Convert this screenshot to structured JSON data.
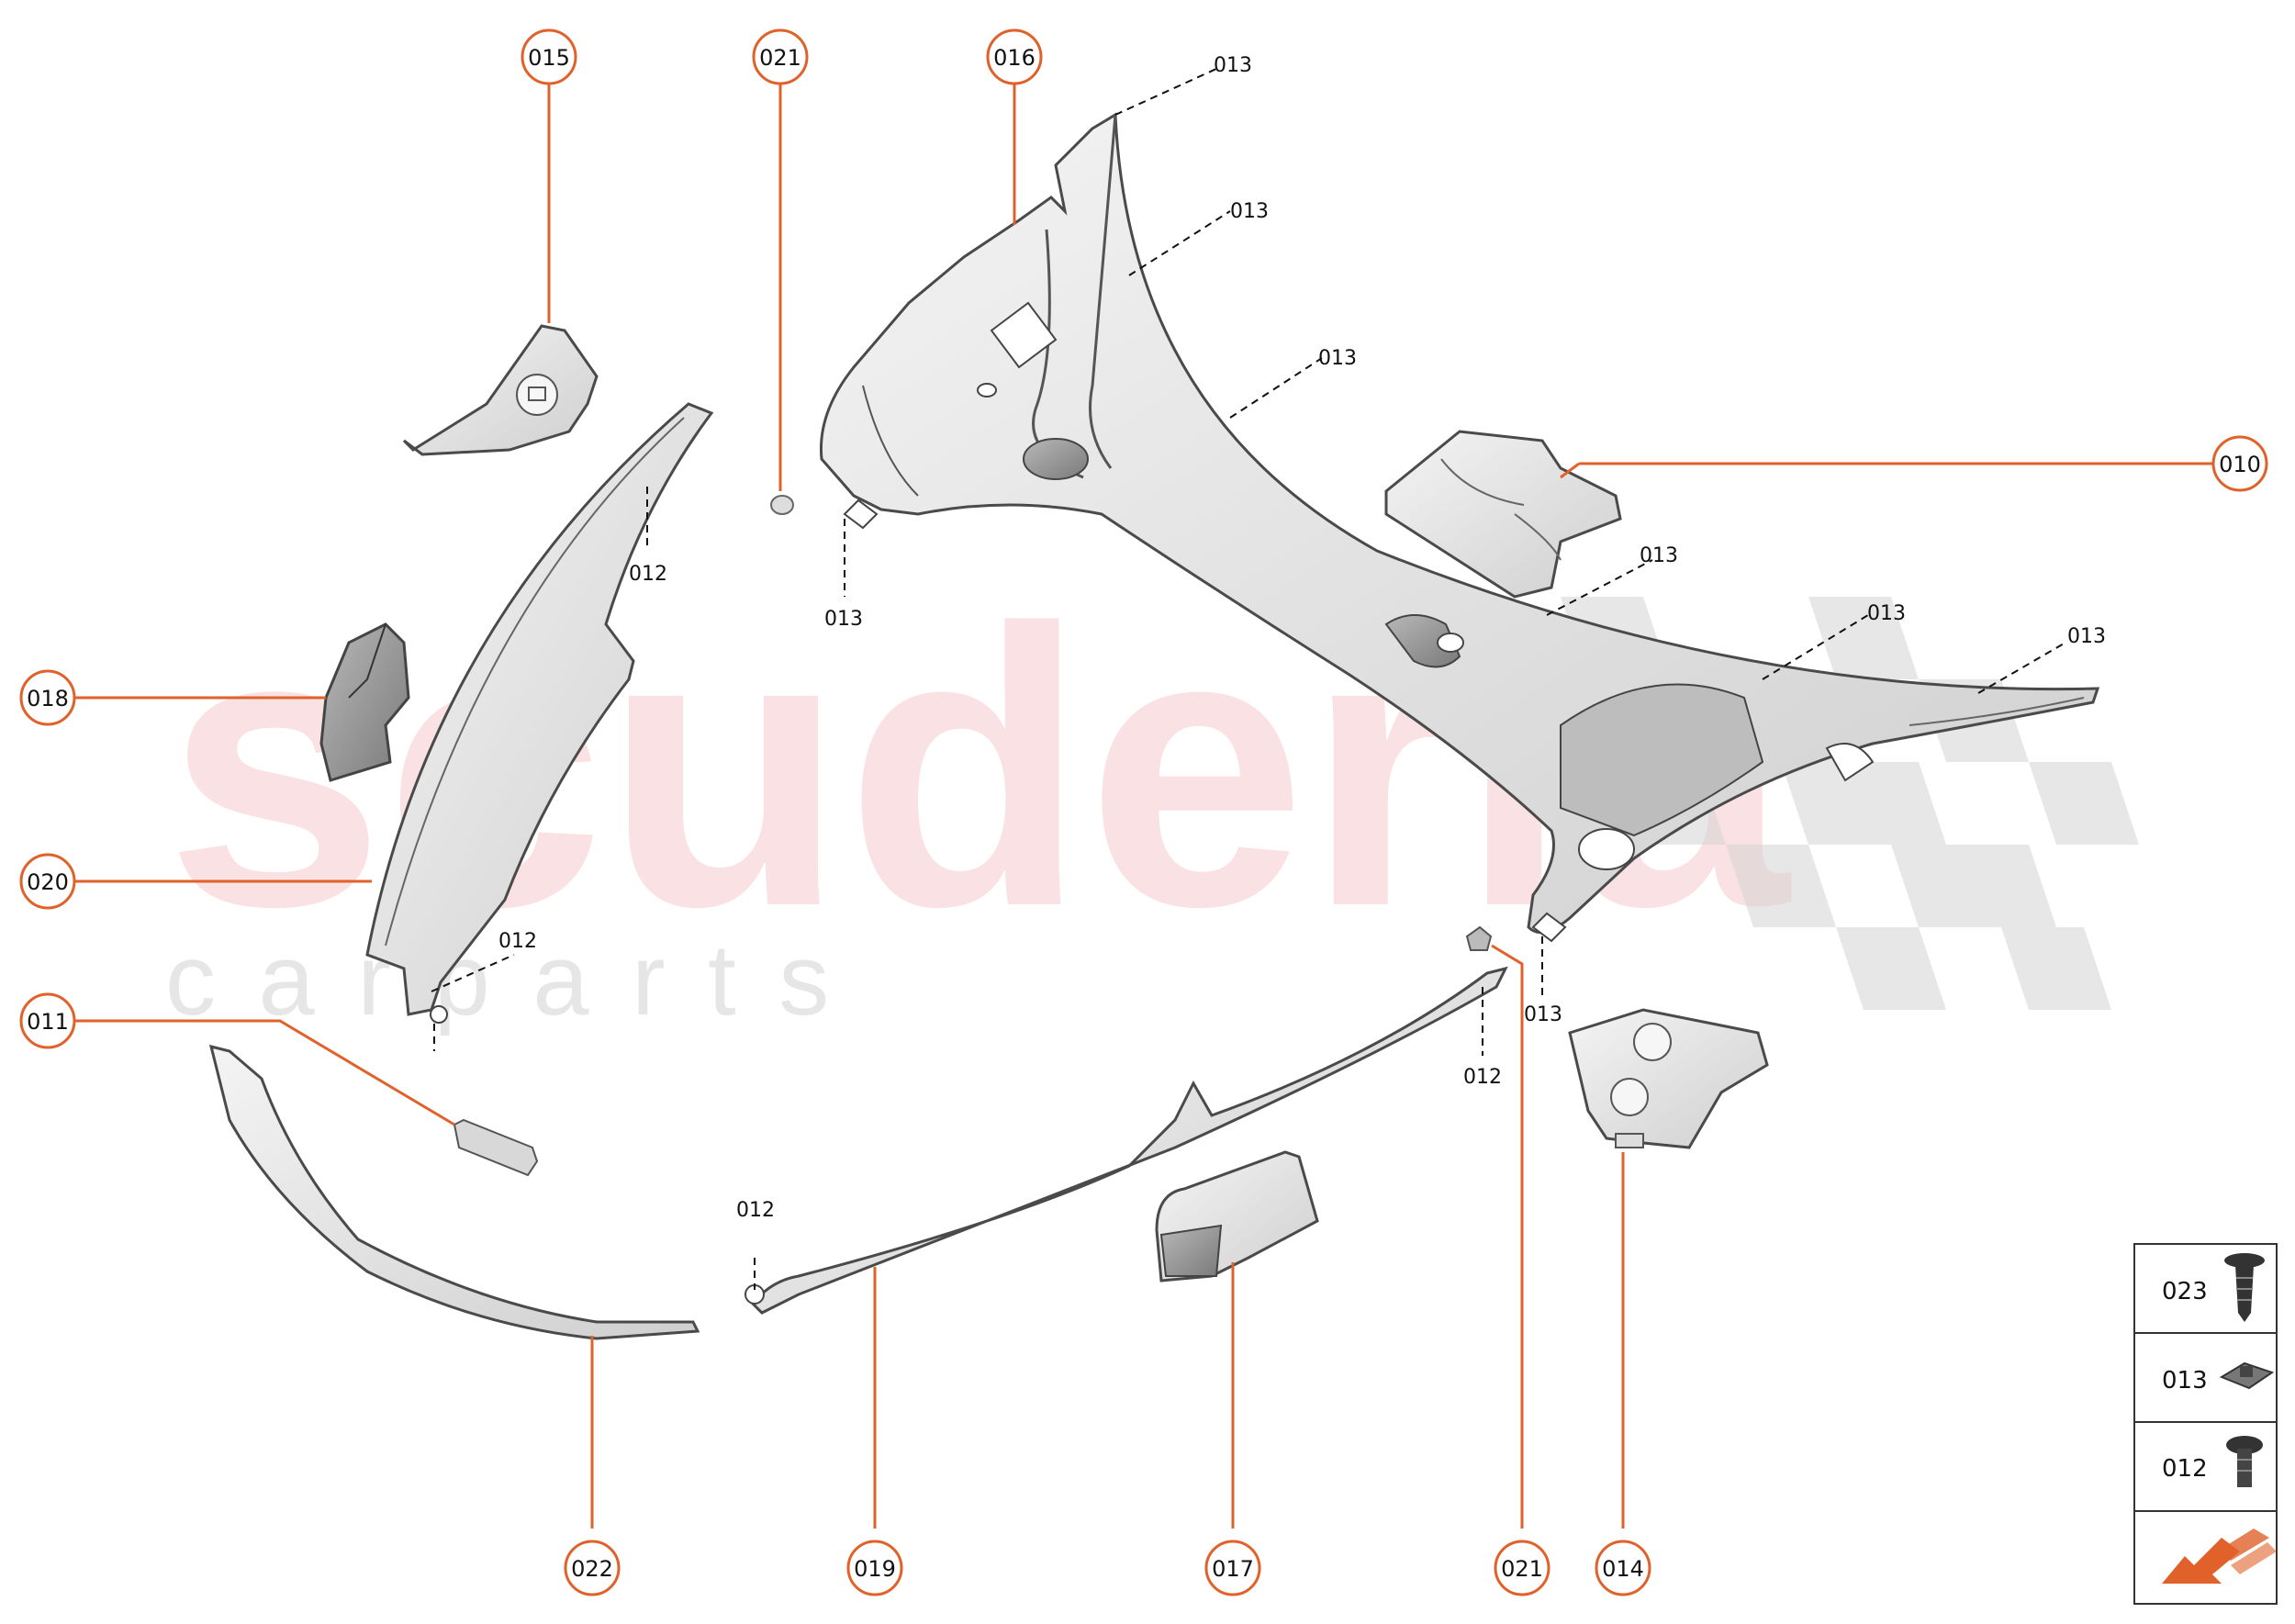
{
  "watermark": {
    "brand": "scuderia",
    "tagline": "c  a  r     p  a  r  t  s"
  },
  "colors": {
    "callout": "#e0622a",
    "part_fill": "#ececec",
    "part_stroke": "#4a4a4a",
    "legend_border": "#333333"
  },
  "callouts": [
    {
      "id": "c015",
      "label": "015"
    },
    {
      "id": "c021a",
      "label": "021"
    },
    {
      "id": "c016",
      "label": "016"
    },
    {
      "id": "c010",
      "label": "010"
    },
    {
      "id": "c018",
      "label": "018"
    },
    {
      "id": "c020",
      "label": "020"
    },
    {
      "id": "c011",
      "label": "011"
    },
    {
      "id": "c022",
      "label": "022"
    },
    {
      "id": "c019",
      "label": "019"
    },
    {
      "id": "c017",
      "label": "017"
    },
    {
      "id": "c021b",
      "label": "021"
    },
    {
      "id": "c014",
      "label": "014"
    }
  ],
  "labels": [
    {
      "id": "l013a",
      "text": "013"
    },
    {
      "id": "l013b",
      "text": "013"
    },
    {
      "id": "l013c",
      "text": "013"
    },
    {
      "id": "l013d",
      "text": "013"
    },
    {
      "id": "l013e",
      "text": "013"
    },
    {
      "id": "l013f",
      "text": "013"
    },
    {
      "id": "l013g",
      "text": "013"
    },
    {
      "id": "l013h",
      "text": "013"
    },
    {
      "id": "l012a",
      "text": "012"
    },
    {
      "id": "l012b",
      "text": "012"
    },
    {
      "id": "l012c",
      "text": "012"
    },
    {
      "id": "l012d",
      "text": "012"
    }
  ],
  "legend": [
    {
      "code": "023",
      "icon": "push-rivet-icon"
    },
    {
      "code": "013",
      "icon": "clip-nut-icon"
    },
    {
      "code": "012",
      "icon": "screw-icon"
    },
    {
      "code": "",
      "icon": "arrow-direction-icon"
    }
  ]
}
